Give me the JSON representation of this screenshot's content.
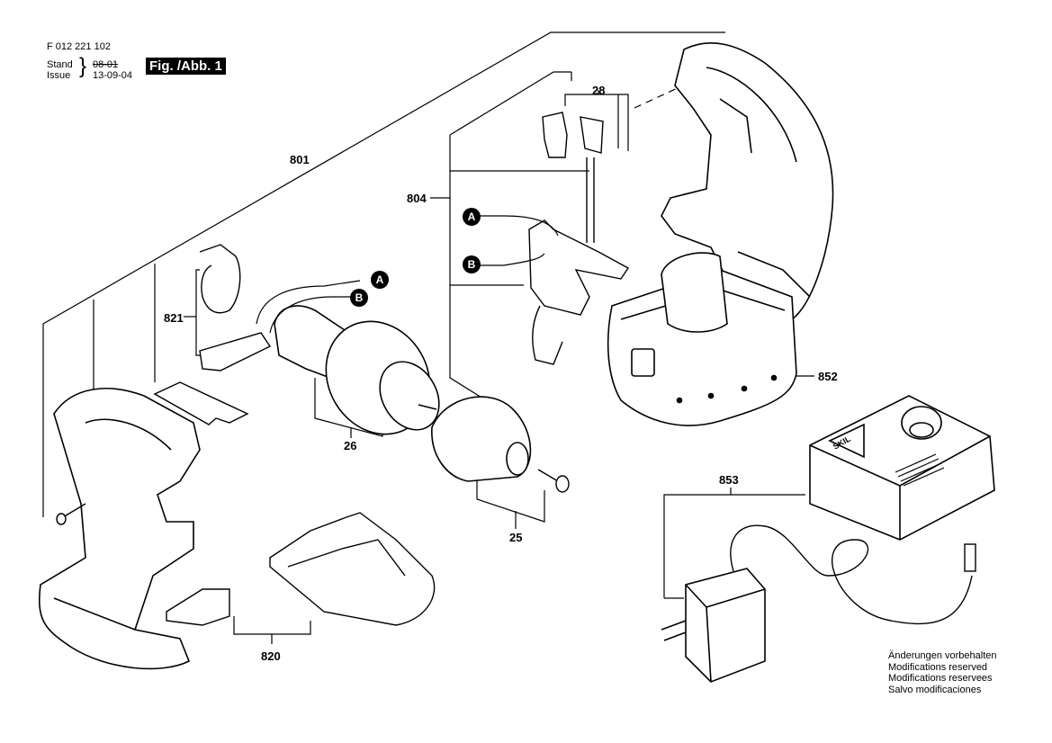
{
  "header": {
    "part_code": "F 012 221 102",
    "stand_label": "Stand",
    "issue_label": "Issue",
    "stand_value_struck": "08-01",
    "issue_value": "13-09-04",
    "figure_label": "Fig. /Abb. 1"
  },
  "callouts": {
    "801": "801",
    "804": "804",
    "28": "28",
    "821": "821",
    "26": "26",
    "25": "25",
    "852": "852",
    "853": "853",
    "820": "820"
  },
  "connectors": {
    "a": "A",
    "b": "B"
  },
  "charger_brand": "SKIL",
  "footnote": [
    "Änderungen vorbehalten",
    "Modifications reserved",
    "Modifications reservees",
    "Salvo modificaciones"
  ]
}
